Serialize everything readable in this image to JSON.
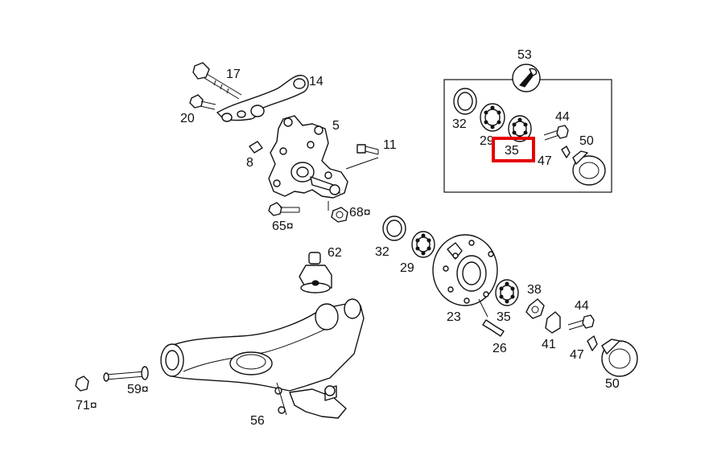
{
  "diagram": {
    "labels": {
      "p17": "17",
      "p14": "14",
      "p20": "20",
      "p5": "5",
      "p8": "8",
      "p11": "11",
      "p65": "65¤",
      "p68": "68¤",
      "p62": "62",
      "p53": "53",
      "p32a": "32",
      "p29a": "29",
      "p35a": "35",
      "p44a": "44",
      "p47a": "47",
      "p50a": "50",
      "p32b": "32",
      "p29b": "29",
      "p23": "23",
      "p38": "38",
      "p35b": "35",
      "p44b": "44",
      "p41": "41",
      "p26": "26",
      "p47b": "47",
      "p50b": "50",
      "p71": "71¤",
      "p59": "59¤",
      "p56": "56"
    },
    "highlighted_part": "35",
    "highlight_color": "#e60000"
  }
}
